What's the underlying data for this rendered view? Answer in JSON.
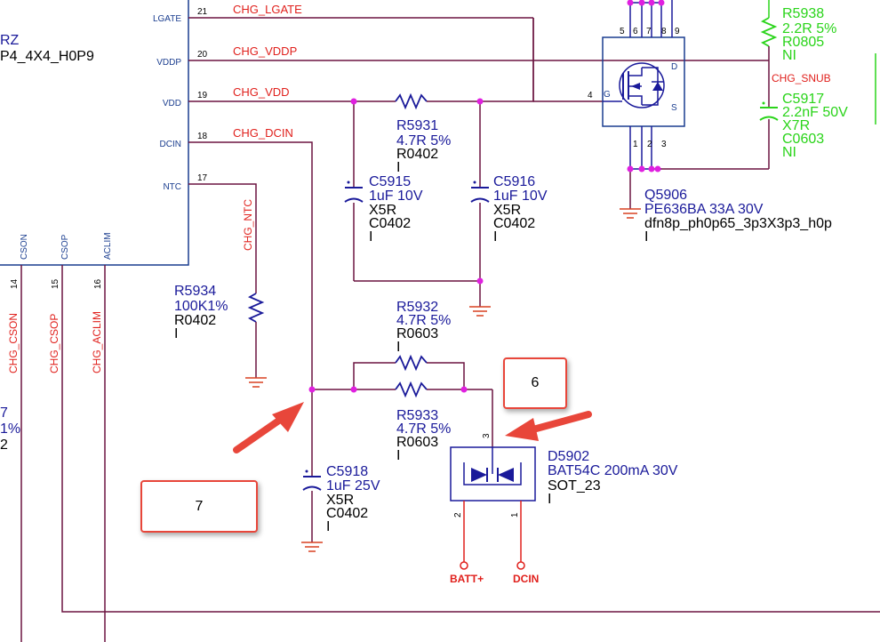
{
  "ic": {
    "title_frag1": "RZ",
    "title_frag2": "P4_4X4_H0P9",
    "pins": {
      "lgate": {
        "name": "LGATE",
        "num": "21",
        "net": "CHG_LGATE"
      },
      "vddp": {
        "name": "VDDP",
        "num": "20",
        "net": "CHG_VDDP"
      },
      "vdd": {
        "name": "VDD",
        "num": "19",
        "net": "CHG_VDD"
      },
      "dcin": {
        "name": "DCIN",
        "num": "18",
        "net": "CHG_DCIN"
      },
      "ntc": {
        "name": "NTC",
        "num": "17",
        "net": "CHG_NTC"
      },
      "cson": {
        "name": "CSON",
        "num": "14",
        "net": "CHG_CSON"
      },
      "csop": {
        "name": "CSOP",
        "num": "15",
        "net": "CHG_CSOP"
      },
      "aclim": {
        "name": "ACLIM",
        "num": "16",
        "net": "CHG_ACLIM"
      }
    }
  },
  "left_partial": {
    "line1": "7",
    "line2": "1%",
    "line3": "2"
  },
  "components": {
    "r5931": {
      "ref": "R5931",
      "value": "4.7R 5%",
      "footprint": "R0402",
      "extra": "I"
    },
    "c5915": {
      "ref": "C5915",
      "value": "1uF 10V",
      "dielectric": "X5R",
      "footprint": "C0402",
      "extra": "I"
    },
    "c5916": {
      "ref": "C5916",
      "value": "1uF 10V",
      "dielectric": "X5R",
      "footprint": "C0402",
      "extra": "I"
    },
    "r5934": {
      "ref": "R5934",
      "value": "100K1%",
      "footprint": "R0402",
      "extra": "I"
    },
    "r5932": {
      "ref": "R5932",
      "value": "4.7R 5%",
      "footprint": "R0603",
      "extra": "I"
    },
    "r5933": {
      "ref": "R5933",
      "value": "4.7R 5%",
      "footprint": "R0603",
      "extra": "I"
    },
    "c5918": {
      "ref": "C5918",
      "value": "1uF 25V",
      "dielectric": "X5R",
      "footprint": "C0402",
      "extra": "I"
    },
    "d5902": {
      "ref": "D5902",
      "value": "BAT54C 200mA 30V",
      "footprint": "SOT_23",
      "extra": "I",
      "pin3": "3",
      "pin2": "2",
      "pin1": "1"
    },
    "q5906": {
      "ref": "Q5906",
      "value": "PE636BA 33A 30V",
      "footprint": "dfn8p_ph0p65_3p3X3p3_h0p",
      "extra": "I",
      "top_pins": [
        "5",
        "6",
        "7",
        "8",
        "9"
      ],
      "bottom_pins": [
        "1",
        "2",
        "3"
      ],
      "gate_pin": "4",
      "g_label": "G",
      "d_label": "D",
      "s_label": "S"
    },
    "r5938": {
      "ref": "R5938",
      "value": "2.2R 5%",
      "footprint": "R0805",
      "extra": "NI"
    },
    "c5917": {
      "ref": "C5917",
      "value": "2.2nF 50V",
      "dielectric": "X7R",
      "footprint": "C0603",
      "extra": "NI"
    }
  },
  "nets": {
    "chg_snub": "CHG_SNUB"
  },
  "ports": {
    "batt": "BATT+",
    "dcin": "DCIN"
  },
  "callouts": {
    "c6": "6",
    "c7": "7"
  },
  "colors": {
    "wire": "#6b1440",
    "ic": "#1a3d8f",
    "net": "#e0201c",
    "junction": "#e020e0",
    "ground": "#d94020",
    "text": "#1a1a9a",
    "ni": "#2ad41a",
    "arrow": "#e8463a"
  }
}
